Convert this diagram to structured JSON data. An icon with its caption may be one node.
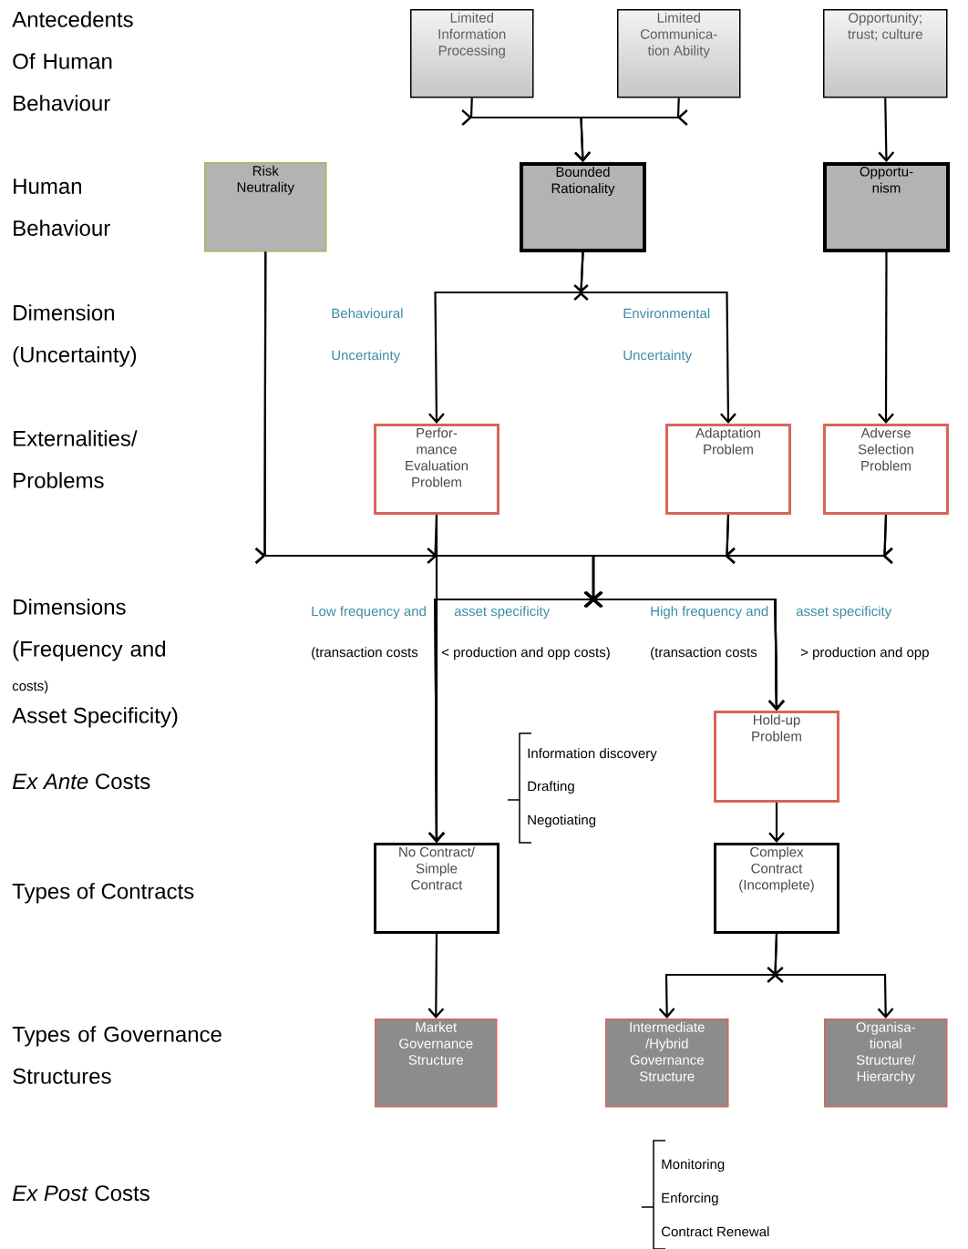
{
  "diagram": {
    "nodes": [
      {
        "text": [
          "Limited Information Processing"
        ]
      },
      {
        "text": [
          "Limited Communica- tion Ability"
        ]
      },
      {
        "text": [
          "Opportunity; trust; culture"
        ]
      },
      {
        "text": [
          "Risk Neutrality"
        ]
      },
      {
        "text": [
          "Bounded Rationality"
        ]
      },
      {
        "text": [
          "Opportu- nism"
        ]
      },
      {
        "text": [
          "Perfor- mance Evaluation Problem"
        ]
      },
      {
        "text": [
          "Adaptation Problem"
        ]
      },
      {
        "text": [
          "Adverse Selection Problem"
        ]
      },
      {
        "text": [
          "Hold-up Problem"
        ]
      },
      {
        "text": [
          "No Contract/ Simple Contract"
        ]
      },
      {
        "text": [
          "Complex Contract (Incomplete)"
        ]
      },
      {
        "text": [
          "Market Governance Structure"
        ]
      },
      {
        "text": [
          "Intermediate /Hybrid Governance Structure"
        ]
      },
      {
        "text": [
          "Organisa- tional Structure/ Hierarchy"
        ]
      }
    ],
    "edges": [
      {
        "from": 0,
        "to": 4,
        "arrow": "to"
      },
      {
        "from": 1,
        "to": 4,
        "arrow": "to"
      },
      {
        "from": 2,
        "to": 5,
        "arrow": "to"
      },
      {
        "from": 4,
        "to": 6,
        "arrow": "to",
        "label": "Behavioural Uncertainty"
      },
      {
        "from": 4,
        "to": 7,
        "arrow": "to",
        "label": "Environmental Uncertainty"
      },
      {
        "from": 5,
        "to": 8,
        "arrow": "to"
      },
      {
        "from": 3,
        "to": 10,
        "arrow": "to"
      },
      {
        "from": 3,
        "to": 9,
        "arrow": "to"
      },
      {
        "from": 6,
        "to": 10,
        "arrow": "to"
      },
      {
        "from": 6,
        "to": 9,
        "arrow": "to"
      },
      {
        "from": 7,
        "to": 10,
        "arrow": "to"
      },
      {
        "from": 7,
        "to": 9,
        "arrow": "to"
      },
      {
        "from": 8,
        "to": 10,
        "arrow": "to"
      },
      {
        "from": 8,
        "to": 9,
        "arrow": "to"
      },
      {
        "from": 9,
        "to": 11,
        "arrow": "to"
      },
      {
        "from": 10,
        "to": 12,
        "arrow": "to"
      },
      {
        "from": 11,
        "to": 13,
        "arrow": "to"
      },
      {
        "from": 11,
        "to": 14,
        "arrow": "to"
      }
    ],
    "labels": [
      "Antecedents Of Human Behaviour",
      "Human Behaviour",
      "Dimension (Uncertainty)",
      "Externalities/ Problems",
      "Dimensions (Frequency and",
      "costs)",
      "Asset Specificity)",
      "Low frequency and",
      "asset specificity",
      "(transaction costs",
      "< production and opp costs)",
      "High frequency and",
      "asset specificity",
      "(transaction costs",
      "> production and opp",
      "*Ex Ante* Costs",
      "Information discovery",
      "Drafting",
      "Negotiating",
      "Types of Contracts",
      "Types of Governance Structures",
      "*Ex Post* Costs",
      "Monitoring",
      "Enforcing",
      "Contract Renewal"
    ]
  }
}
